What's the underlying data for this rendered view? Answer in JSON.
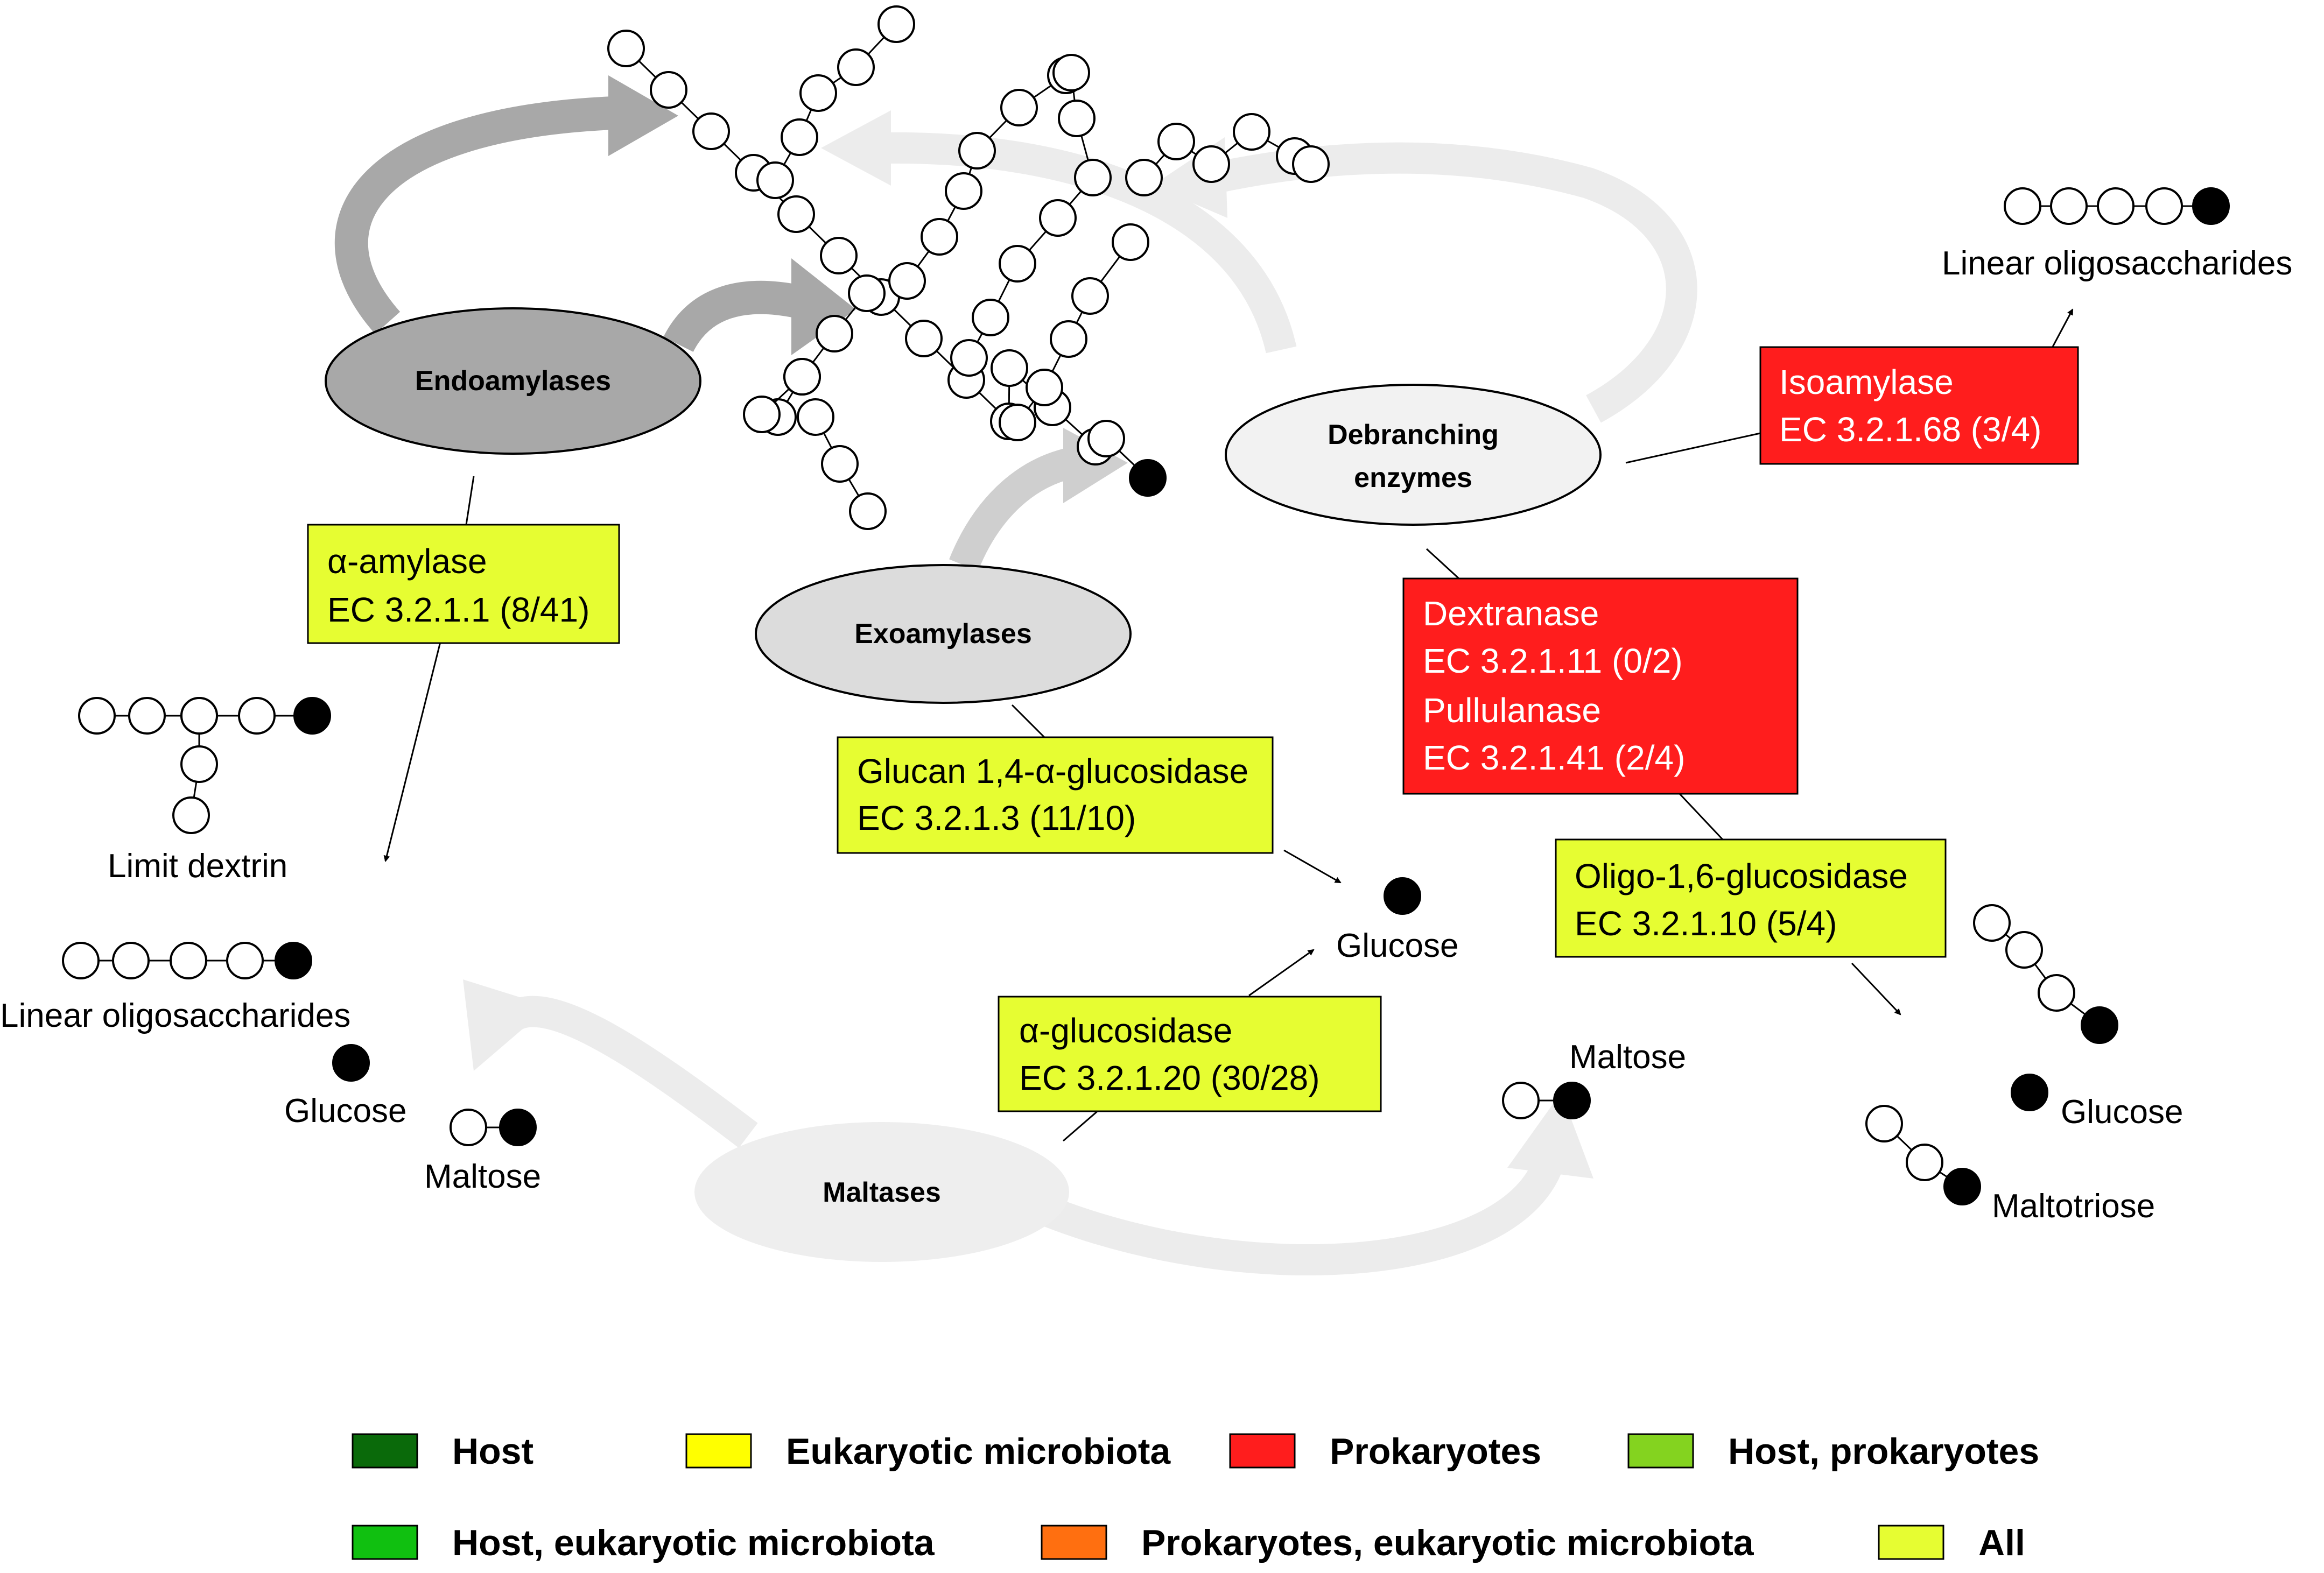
{
  "colors": {
    "all": "#e6fd32",
    "prokaryotes": "#ff1d1d",
    "host": "#0a6a0a",
    "eukaryotic": "#ffff00",
    "host_prokaryotes": "#84d31f",
    "host_eukaryotic": "#10c010",
    "prok_euk": "#ff6f10",
    "endo_fill": "#a8a8a8",
    "exo_fill": "#dcdcdc",
    "debranch_fill": "#f2f2f2",
    "maltase_fill": "#eeeeee"
  },
  "nodes": {
    "endoamylases": "Endoamylases",
    "exoamylases": "Exoamylases",
    "debranching_line1": "Debranching",
    "debranching_line2": "enzymes",
    "maltases": "Maltases"
  },
  "enzymes": {
    "alpha_amylase": {
      "name": "α-amylase",
      "ec": "EC 3.2.1.1 (8/41)"
    },
    "glucan": {
      "name": "Glucan 1,4-α-glucosidase",
      "ec": "EC 3.2.1.3 (11/10)"
    },
    "alpha_glucosidase": {
      "name": "α-glucosidase",
      "ec": "EC 3.2.1.20 (30/28)"
    },
    "isoamylase": {
      "name": "Isoamylase",
      "ec": "EC 3.2.1.68 (3/4)"
    },
    "dextranase": {
      "name": "Dextranase",
      "ec": "EC 3.2.1.11 (0/2)"
    },
    "pullulanase": {
      "name": "Pullulanase",
      "ec": "EC 3.2.1.41 (2/4)"
    },
    "oligo": {
      "name": "Oligo-1,6-glucosidase",
      "ec": "EC 3.2.1.10 (5/4)"
    }
  },
  "products": {
    "limit_dextrin": "Limit dextrin",
    "linear_oligo_left": "Linear oligosaccharides",
    "glucose_left": "Glucose",
    "maltose_left": "Maltose",
    "glucose_center": "Glucose",
    "maltose_center": "Maltose",
    "linear_oligo_right": "Linear oligosaccharides",
    "glucose_right": "Glucose",
    "maltotriose": "Maltotriose"
  },
  "legend": [
    {
      "label": "Host",
      "color": "#0a6a0a"
    },
    {
      "label": "Eukaryotic microbiota",
      "color": "#ffff00"
    },
    {
      "label": "Prokaryotes",
      "color": "#ff1d1d"
    },
    {
      "label": "Host, prokaryotes",
      "color": "#84d31f"
    },
    {
      "label": "Host, eukaryotic microbiota",
      "color": "#10c010"
    },
    {
      "label": "Prokaryotes, eukaryotic microbiota",
      "color": "#ff6f10"
    },
    {
      "label": "All",
      "color": "#e6fd32"
    }
  ]
}
